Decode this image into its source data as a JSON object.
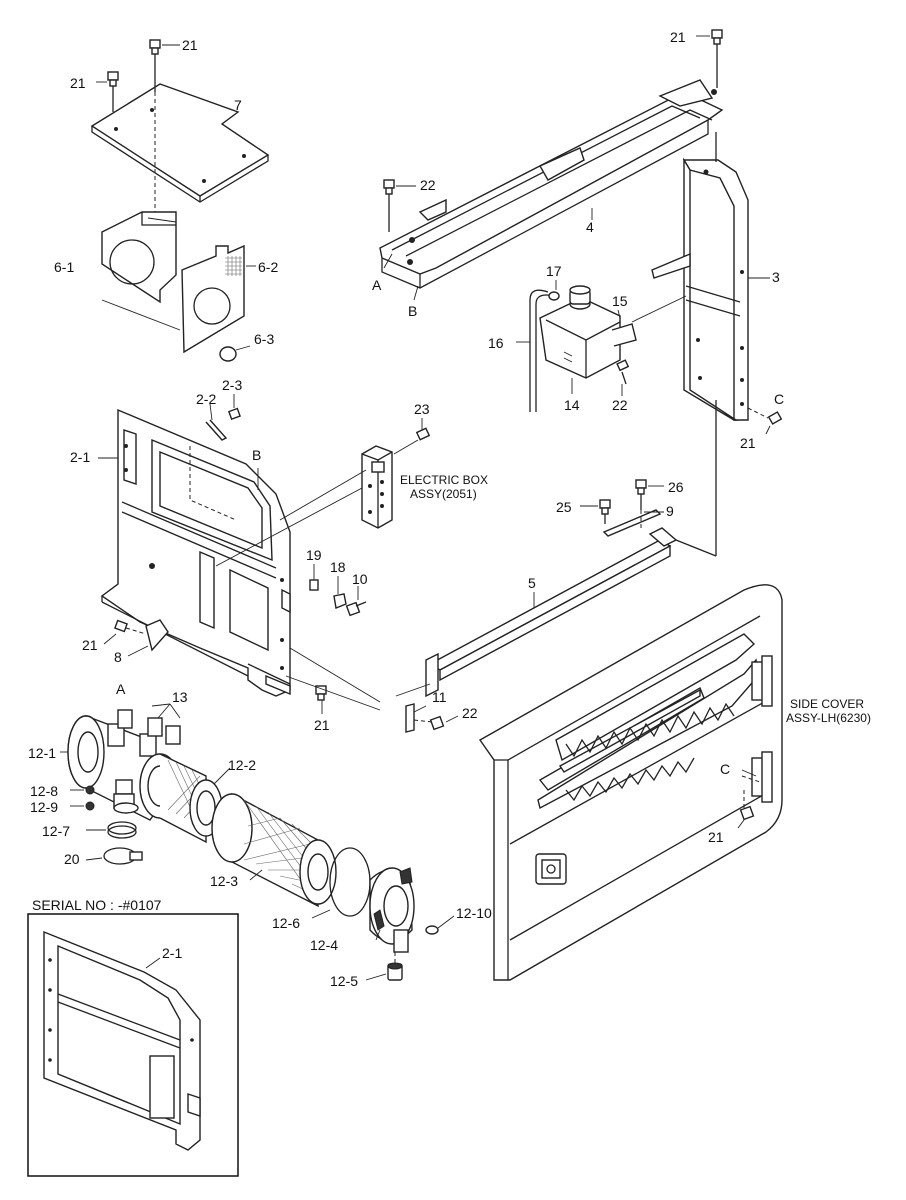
{
  "labels": {
    "l21a": "21",
    "l21b": "21",
    "l7": "7",
    "l6_1": "6-1",
    "l6_2": "6-2",
    "l6_3": "6-3",
    "l21c": "21",
    "l22a": "22",
    "l4": "4",
    "lA1": "A",
    "lB1": "B",
    "l3": "3",
    "l17": "17",
    "l15": "15",
    "l16": "16",
    "l14": "14",
    "l22b": "22",
    "lC1": "C",
    "l21d": "21",
    "l2_3": "2-3",
    "l2_2": "2-2",
    "l2_1": "2-1",
    "lB2": "B",
    "l23": "23",
    "electric_box_1": "ELECTRIC BOX",
    "electric_box_2": "ASSY(2051)",
    "l26": "26",
    "l25": "25",
    "l9": "9",
    "l19": "19",
    "l18": "18",
    "l10": "10",
    "l5": "5",
    "l21e": "21",
    "l8": "8",
    "l11": "11",
    "l22c": "22",
    "l21f": "21",
    "lA2": "A",
    "l13": "13",
    "l12_1": "12-1",
    "l12_2": "12-2",
    "l12_8": "12-8",
    "l12_9": "12-9",
    "l12_7": "12-7",
    "l20": "20",
    "l12_3": "12-3",
    "l12_6": "12-6",
    "l12_10": "12-10",
    "l12_4": "12-4",
    "l12_5": "12-5",
    "side_cover_1": "SIDE COVER",
    "side_cover_2": "ASSY-LH(6230)",
    "lC2": "C",
    "l21g": "21",
    "serial_no": "SERIAL NO : -#0107",
    "l2_1_inset": "2-1"
  }
}
